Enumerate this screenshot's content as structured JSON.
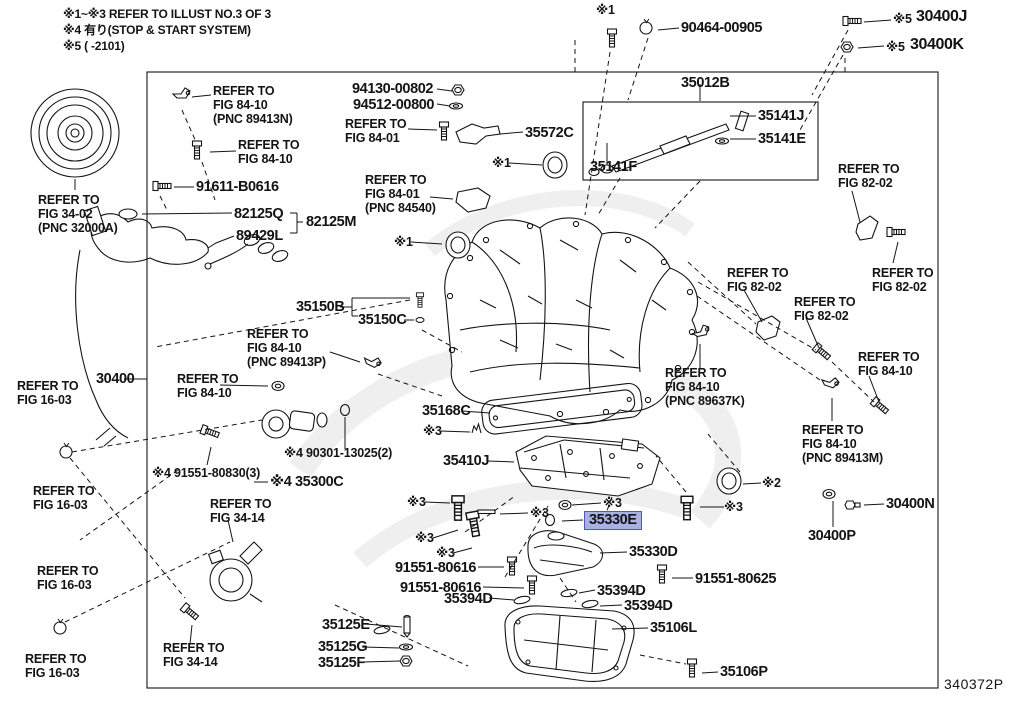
{
  "notes": {
    "line1": "※1~※3 REFER TO ILLUST NO.3 OF 3",
    "line2": "※4 有り(STOP & START SYSTEM)",
    "line3": "※5 (      -2101)"
  },
  "footer_code": "340372P",
  "highlight": {
    "bg": "#a9b1e3",
    "border": "#4f58bb",
    "selected_part": "35330E"
  },
  "labels": {
    "star1": "※1",
    "star2": "※2",
    "star3": "※3",
    "star5": "※5",
    "ref84_10": "REFER TO\nFIG 84-10",
    "pnc89413N": "(PNC 89413N)",
    "ref84_01": "REFER TO\nFIG 84-01",
    "ref84_01_84540": "REFER TO\nFIG 84-01\n(PNC 84540)",
    "ref34_02": "REFER TO\nFIG 34-02\n(PNC 32000A)",
    "ref82_02": "REFER TO\nFIG 82-02",
    "ref84_10_89637K": "REFER TO\nFIG 84-10\n(PNC 89637K)",
    "ref84_10_89413M": "REFER TO\nFIG 84-10\n(PNC 89413M)",
    "ref84_10_89413P": "REFER TO\nFIG 84-10\n(PNC 89413P)",
    "ref16_03": "REFER TO\nFIG 16-03",
    "ref34_14": "REFER TO\nFIG 34-14",
    "p90464": "90464-00905",
    "p30400J": "30400J",
    "p30400K": "30400K",
    "p91611": "91611-B0616",
    "p82125Q": "82125Q",
    "p82125M": "82125M",
    "p89429L": "89429L",
    "p94130": "94130-00802",
    "p94512": "94512-00800",
    "p35572C": "35572C",
    "p35012B": "35012B",
    "p35141J": "35141J",
    "p35141E": "35141E",
    "p35141F": "35141F",
    "p35150B": "35150B",
    "p35150C": "35150C",
    "p30400": "30400",
    "p91551_80830": "※4 91551-80830(3)",
    "p90301": "※4 90301-13025(2)",
    "p35300C": "※4 35300C",
    "p35168C": "35168C",
    "p35410J": "35410J",
    "p35330E": "35330E",
    "p35330D": "35330D",
    "p91551_80616": "91551-80616",
    "p35394D": "35394D",
    "p91551_80625": "91551-80625",
    "p35125E": "35125E",
    "p35125G": "35125G",
    "p35125F": "35125F",
    "p35106L": "35106L",
    "p35106P": "35106P",
    "p30400N": "30400N",
    "p30400P": "30400P"
  }
}
